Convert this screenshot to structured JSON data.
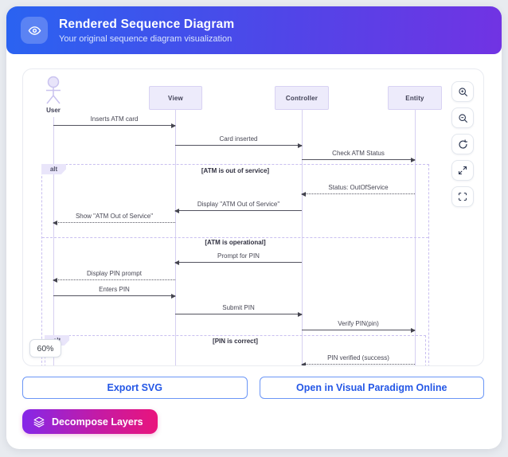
{
  "header": {
    "title": "Rendered Sequence Diagram",
    "subtitle": "Your original sequence diagram visualization",
    "icon": "eye-icon"
  },
  "viewer": {
    "zoom_level": "60%",
    "controls": [
      {
        "name": "zoom-in",
        "icon": "magnifier-plus-icon"
      },
      {
        "name": "zoom-out",
        "icon": "magnifier-minus-icon"
      },
      {
        "name": "reset-view",
        "icon": "rotate-ccw-icon"
      },
      {
        "name": "expand",
        "icon": "maximize-icon"
      },
      {
        "name": "fullscreen",
        "icon": "fullscreen-brackets-icon"
      }
    ]
  },
  "diagram": {
    "participants": [
      {
        "name": "User",
        "type": "actor"
      },
      {
        "name": "View",
        "type": "object"
      },
      {
        "name": "Controller",
        "type": "object"
      },
      {
        "name": "Entity",
        "type": "object"
      }
    ],
    "messages": [
      {
        "label": "Inserts ATM card",
        "from": "User",
        "to": "View",
        "line": "solid"
      },
      {
        "label": "Card inserted",
        "from": "View",
        "to": "Controller",
        "line": "solid"
      },
      {
        "label": "Check ATM Status",
        "from": "Controller",
        "to": "Entity",
        "line": "solid"
      },
      {
        "label": "Status: OutOfService",
        "from": "Entity",
        "to": "Controller",
        "line": "dashed"
      },
      {
        "label": "Display \"ATM Out of Service\"",
        "from": "Controller",
        "to": "View",
        "line": "solid"
      },
      {
        "label": "Show \"ATM Out of Service\"",
        "from": "View",
        "to": "User",
        "line": "dashed"
      },
      {
        "label": "Prompt for PIN",
        "from": "Controller",
        "to": "View",
        "line": "solid"
      },
      {
        "label": "Display PIN prompt",
        "from": "View",
        "to": "User",
        "line": "dashed"
      },
      {
        "label": "Enters PIN",
        "from": "User",
        "to": "View",
        "line": "solid"
      },
      {
        "label": "Submit PIN",
        "from": "View",
        "to": "Controller",
        "line": "solid"
      },
      {
        "label": "Verify PIN(pin)",
        "from": "Controller",
        "to": "Entity",
        "line": "solid"
      },
      {
        "label": "PIN verified (success)",
        "from": "Entity",
        "to": "Controller",
        "line": "dashed"
      }
    ],
    "frames": [
      {
        "operator": "alt",
        "conditions": [
          "[ATM is out of service]",
          "[ATM is operational]"
        ]
      },
      {
        "operator": "alt",
        "conditions": [
          "[PIN is correct]"
        ]
      }
    ]
  },
  "actions": {
    "export_svg": "Export SVG",
    "open_online": "Open in Visual Paradigm Online",
    "decompose": "Decompose Layers"
  },
  "colors": {
    "header_gradient_start": "#2a63f1",
    "header_gradient_end": "#7133e3",
    "accent_blue": "#2563eb",
    "decompose_gradient_start": "#8527e8",
    "decompose_gradient_end": "#e9147c",
    "lifeline": "#d6d0f1",
    "frame_border": "#c9bff0"
  }
}
